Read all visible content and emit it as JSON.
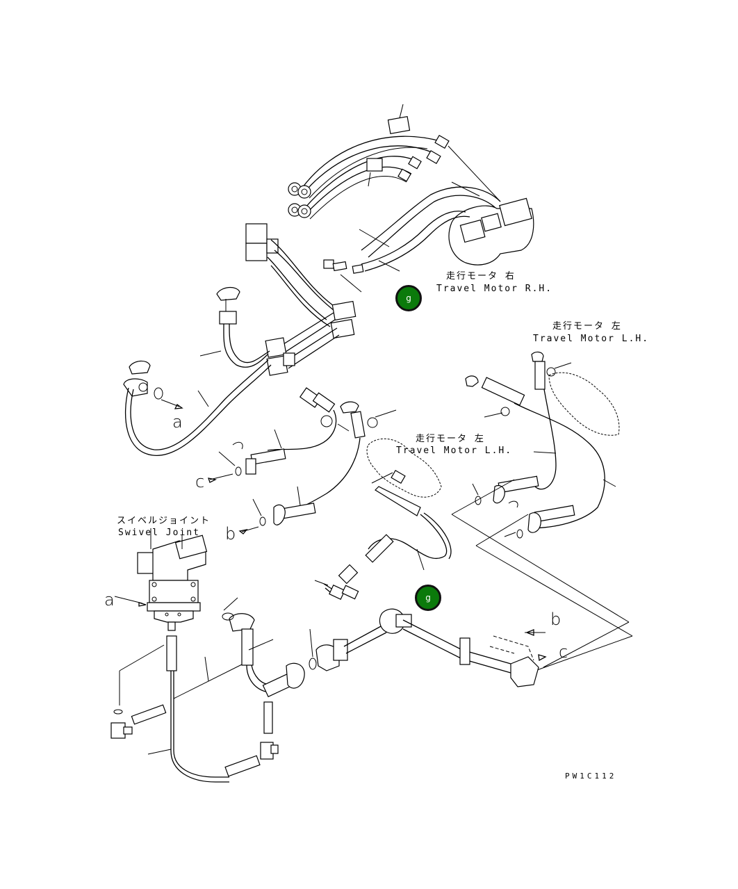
{
  "labels": {
    "travel_motor_rh_jp": "走行モータ 右",
    "travel_motor_rh_en": "Travel Motor R.H.",
    "travel_motor_lh_top_jp": "走行モータ 左",
    "travel_motor_lh_top_en": "Travel Motor L.H.",
    "travel_motor_lh_mid_jp": "走行モータ 左",
    "travel_motor_lh_mid_en": "Travel Motor L.H.",
    "swivel_joint_jp": "スイベルジョイント",
    "swivel_joint_en": "Swivel Joint"
  },
  "ref_letters": {
    "a_top": "a",
    "a_left": "a",
    "b_mid": "b",
    "b_right": "b",
    "c_mid": "c",
    "c_right": "c"
  },
  "drawing_code": "PW1C112",
  "markers": [
    {
      "label": "g",
      "color": "#0b7a0b"
    },
    {
      "label": "g",
      "color": "#0b7a0b"
    }
  ]
}
